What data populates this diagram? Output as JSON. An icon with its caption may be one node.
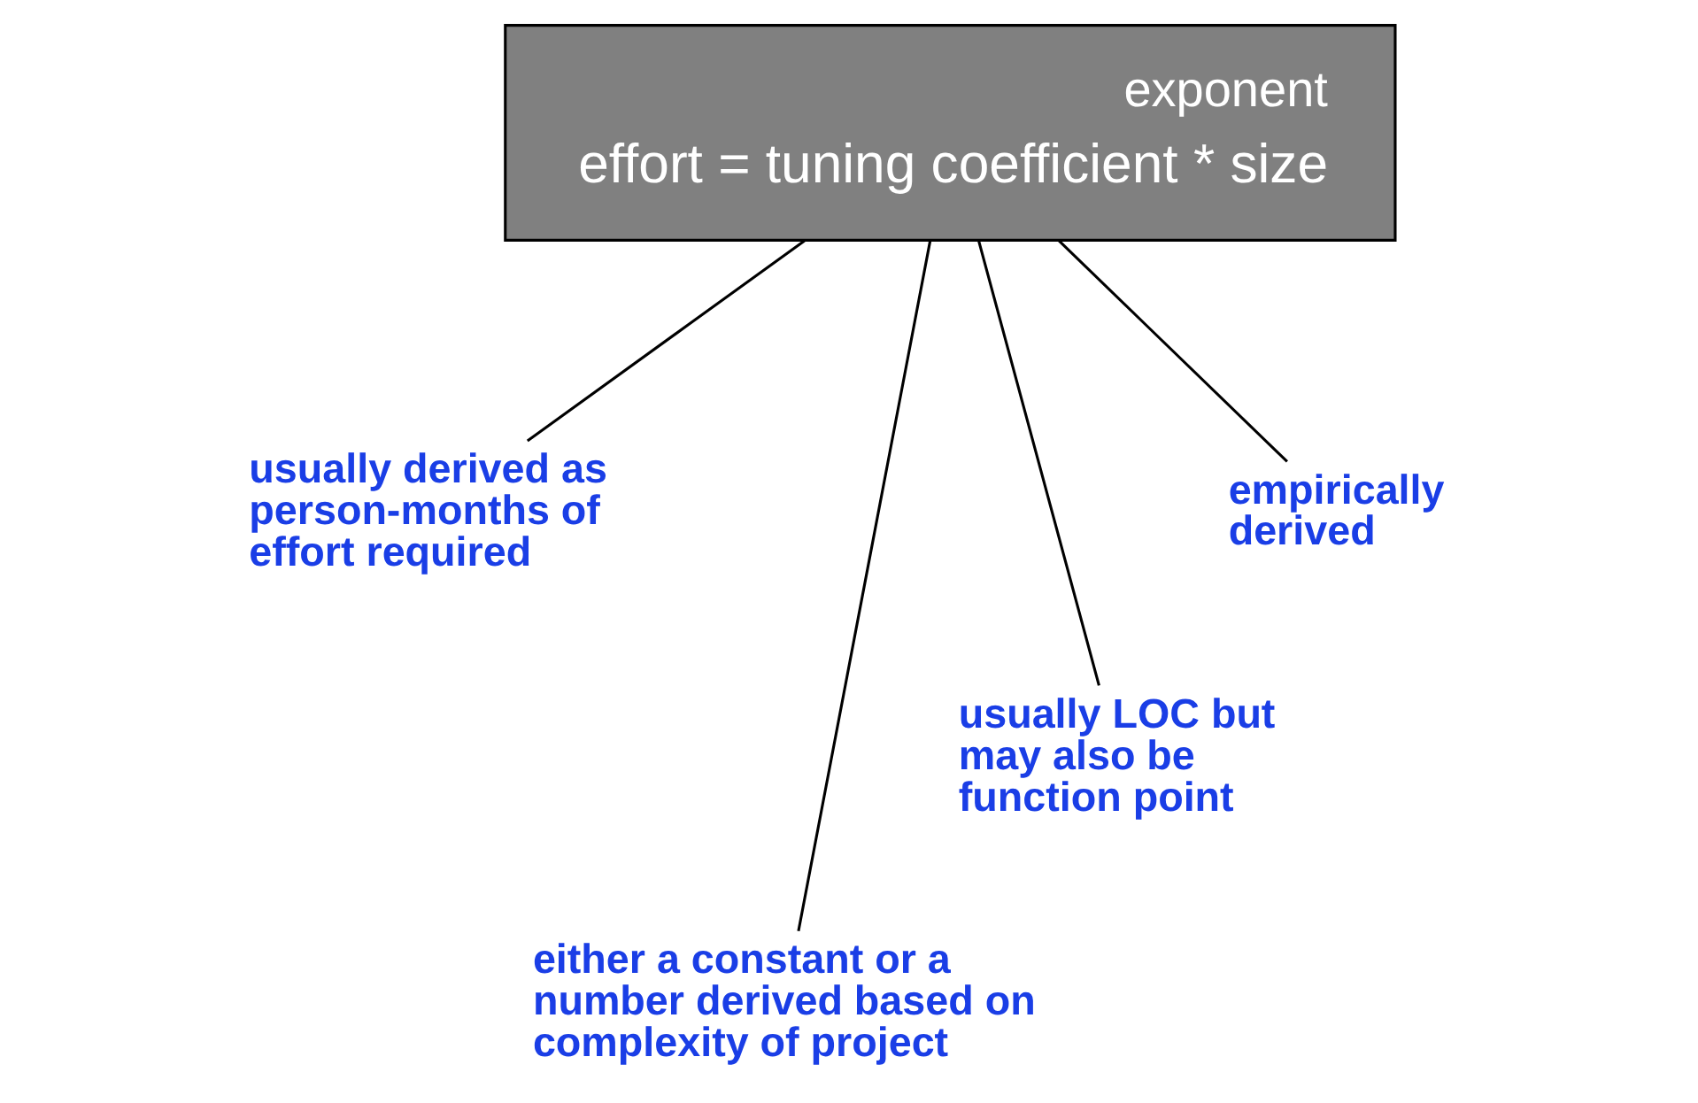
{
  "diagram": {
    "nodes": [
      {
        "text": [
          "exponent",
          "effort = tuning coefficient * size"
        ]
      },
      {
        "text": [
          "usually derived as person-months of effort required"
        ]
      },
      {
        "text": [
          "either a constant or a number derived based on complexity of project"
        ]
      },
      {
        "text": [
          "usually LOC but may also be function point"
        ]
      },
      {
        "text": [
          "empirically derived"
        ]
      }
    ],
    "edges": [
      {
        "from": 1,
        "to": 0,
        "arrow": "none"
      },
      {
        "from": 2,
        "to": 0,
        "arrow": "none"
      },
      {
        "from": 3,
        "to": 0,
        "arrow": "none"
      },
      {
        "from": 4,
        "to": 0,
        "arrow": "none"
      }
    ]
  }
}
